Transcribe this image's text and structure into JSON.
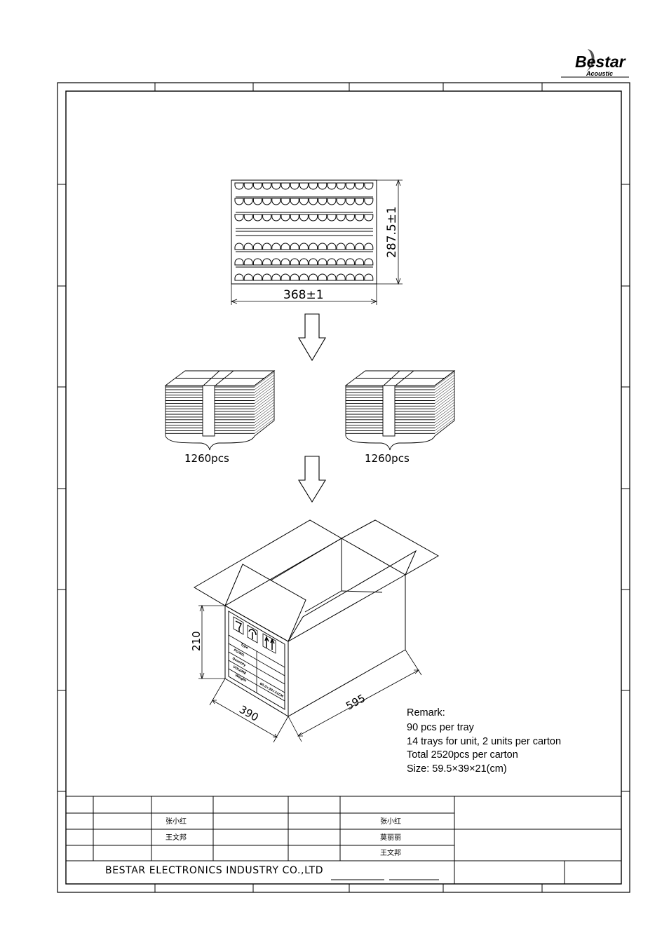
{
  "logo": {
    "text": "Bestar",
    "subtext": "Acoustic"
  },
  "tray": {
    "width_dim": "368±1",
    "height_dim": "287.5±1"
  },
  "stacks": [
    {
      "label": "1260pcs"
    },
    {
      "label": "1260pcs"
    }
  ],
  "carton": {
    "dim_height": "210",
    "dim_depth": "390",
    "dim_length": "595",
    "label_rows": [
      "Type",
      "PO/NO.",
      "Quantity",
      "VOLUME",
      "Weight"
    ],
    "label_value": "60.0×39×21CM"
  },
  "remark": {
    "title": "Remark:",
    "lines": [
      "90 pcs per tray",
      "14 trays for unit, 2 units per carton",
      "Total 2520pcs per carton",
      "Size: 59.5×39×21(cm)"
    ]
  },
  "title_block": {
    "col3": [
      "张小红",
      "王文邦"
    ],
    "col6": [
      "张小红",
      "莫丽丽",
      "王文邦"
    ],
    "company": "BESTAR ELECTRONICS INDUSTRY CO.,LTD"
  }
}
